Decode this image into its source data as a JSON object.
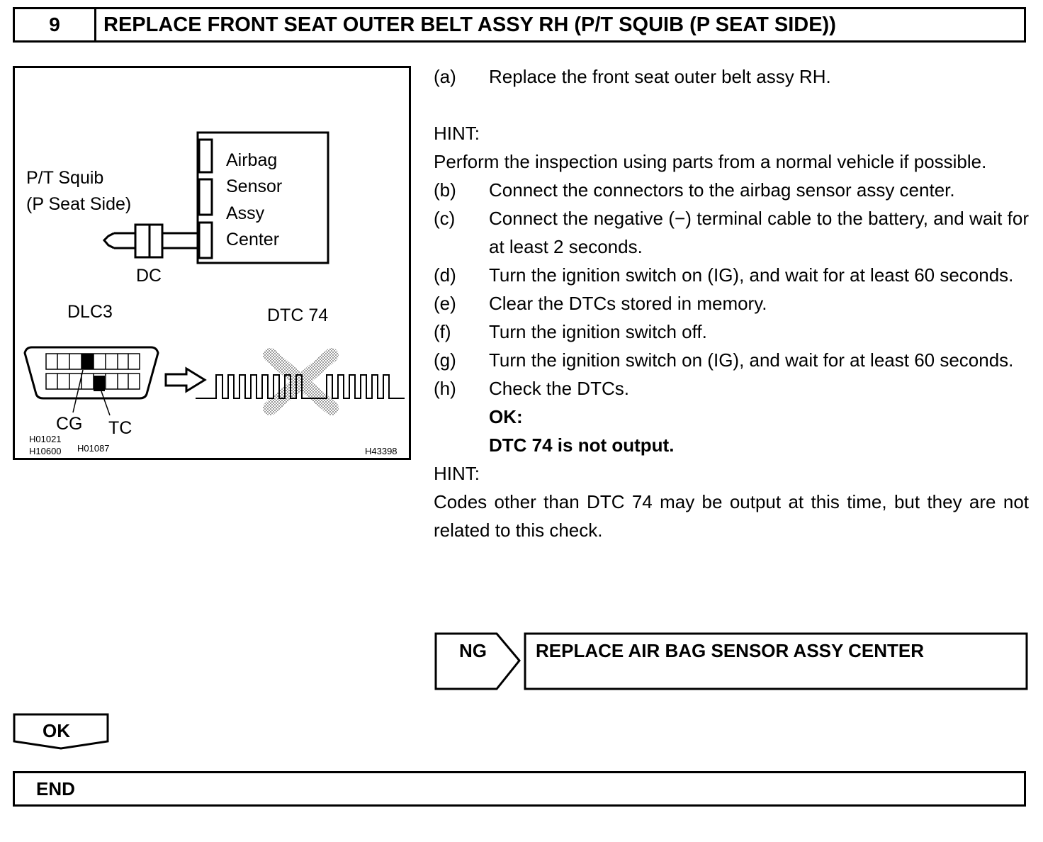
{
  "header": {
    "step_number": "9",
    "title": "REPLACE FRONT SEAT OUTER BELT ASSY RH (P/T SQUIB (P SEAT SIDE))"
  },
  "figure": {
    "squib_label_1": "P/T Squib",
    "squib_label_2": "(P Seat Side)",
    "sensor_label_1": "Airbag",
    "sensor_label_2": "Sensor",
    "sensor_label_3": "Assy",
    "sensor_label_4": "Center",
    "dc_label": "DC",
    "dlc3_label": "DLC3",
    "dtc_label": "DTC 74",
    "cg_label": "CG",
    "tc_label": "TC",
    "ref_1": "H01021",
    "ref_2": "H10600",
    "ref_3": "H01087",
    "ref_4": "H43398"
  },
  "steps": {
    "a_label": "(a)",
    "a_text": "Replace the front seat outer belt assy RH.",
    "hint1_label": "HINT:",
    "hint1_text": "Perform the inspection using parts from a normal vehicle if possible.",
    "b_label": "(b)",
    "b_text": "Connect the connectors to the airbag sensor assy center.",
    "c_label": "(c)",
    "c_text": "Connect the negative (−) terminal cable to the battery, and wait for at least 2 seconds.",
    "d_label": "(d)",
    "d_text": "Turn the ignition switch on (IG), and wait for at least 60 seconds.",
    "e_label": "(e)",
    "e_text": "Clear the DTCs stored in memory.",
    "f_label": "(f)",
    "f_text": "Turn the ignition switch off.",
    "g_label": "(g)",
    "g_text": "Turn the ignition switch on (IG), and wait for at least 60 seconds.",
    "h_label": "(h)",
    "h_text": "Check the DTCs.",
    "ok_heading": "OK:",
    "ok_text": "DTC 74 is not output.",
    "hint2_label": "HINT:",
    "hint2_text": "Codes other than DTC 74 may be output at this time, but they are not related to this check."
  },
  "ng": {
    "label": "NG",
    "action": "REPLACE AIR BAG SENSOR ASSY CENTER"
  },
  "ok_label": "OK",
  "end_label": "END"
}
